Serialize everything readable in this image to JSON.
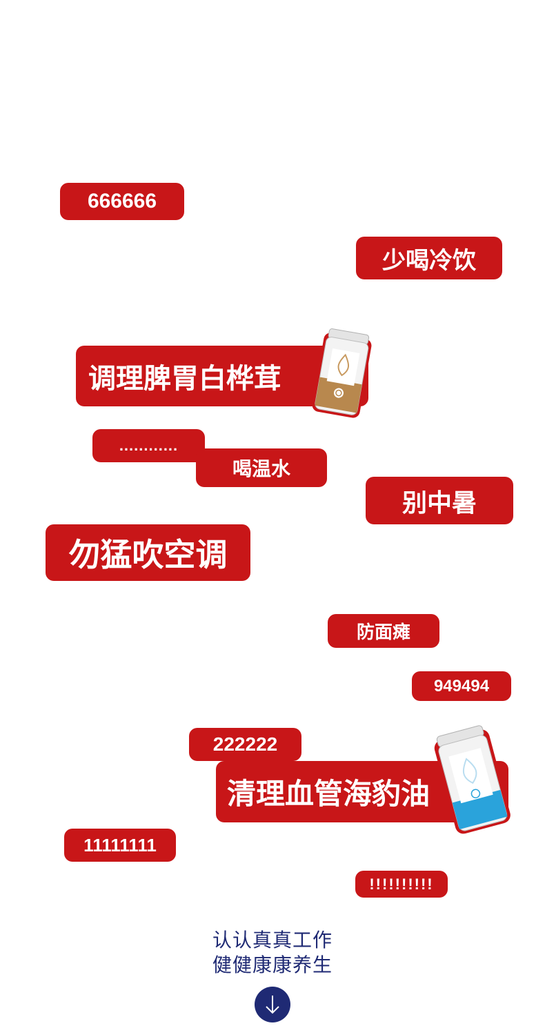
{
  "colors": {
    "tag_background": "#c81618",
    "tag_text": "#ffffff",
    "slogan_text": "#1f2a74",
    "button_background": "#1f2a74"
  },
  "tags": {
    "t1": "666666",
    "t2": "少喝冷饮",
    "t3": "调理脾胃白桦茸",
    "t4": "............",
    "t5": "喝温水",
    "t6": "别中暑",
    "t7": "勿猛吹空调",
    "t8": "防面瘫",
    "t9": "949494",
    "t10": "222222",
    "t11": "清理血管海豹油",
    "t12": "11111111",
    "t13": "!!!!!!!!!!"
  },
  "products": {
    "bottle1_icon": "gold-product-bottle-icon",
    "bottle2_icon": "blue-product-bottle-icon"
  },
  "slogan": {
    "line1": "认认真真工作",
    "line2": "健健康康养生"
  },
  "scroll_button": {
    "icon": "arrow-down-icon"
  }
}
